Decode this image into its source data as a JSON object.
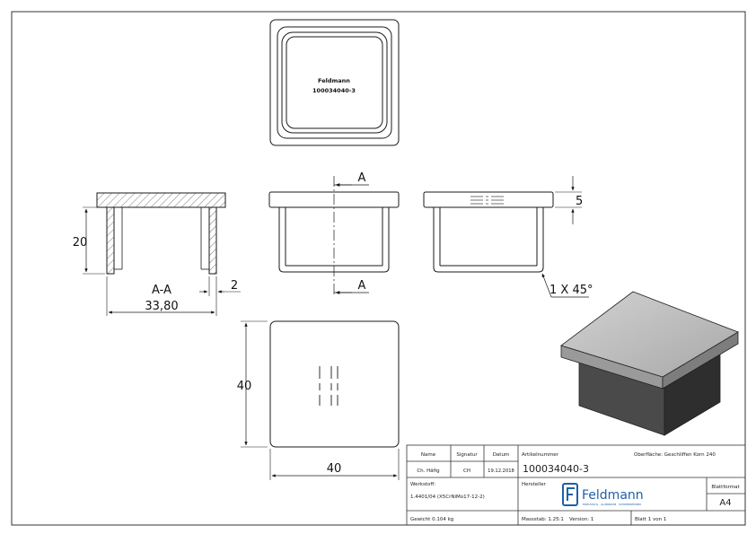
{
  "drawing": {
    "plug_text_line1": "Feldmann",
    "plug_text_line2": "100034040-3",
    "section_marker": "A",
    "section_label": "A-A",
    "dim_height": "20",
    "dim_outer_width": "33,80",
    "dim_wall": "2",
    "dim_cap": "5",
    "chamfer": "1 X 45°",
    "dim_side": "40",
    "dim_bottom": "40"
  },
  "title_block": {
    "name_header": "Name",
    "signatur_header": "Signatur",
    "datum_header": "Datum",
    "name_value": "Ch. Häfig",
    "signatur_value": "CH",
    "datum_value": "19.12.2018",
    "artikel_label": "Artikelnummer",
    "artikel_value": "100034040-3",
    "oberflaeche": "Oberfläche: Geschliffen Korn 240",
    "werkstoff_label": "Werkstoff:",
    "werkstoff_value": "1.4401/04 (X5CrNiMo17-12-2)",
    "hersteller_label": "Hersteller",
    "logo_text": "Feldmann",
    "logo_subtext": "EDELSTAHL · ALUMINIUM · SCHMIEDEEISEN",
    "blattformat_label": "Blattformat",
    "blattformat_value": "A4",
    "gewicht": "Gewicht 0.104 kg",
    "massstab": "Massstab: 1.25:1",
    "version": "Version: 1",
    "blatt": "Blatt 1 von 1"
  },
  "colors": {
    "line": "#1a1a1a",
    "hatch": "#555555",
    "logo": "#1f5fa8",
    "iso_top": "#b9b9b9",
    "iso_side": "#3c3c3c"
  }
}
